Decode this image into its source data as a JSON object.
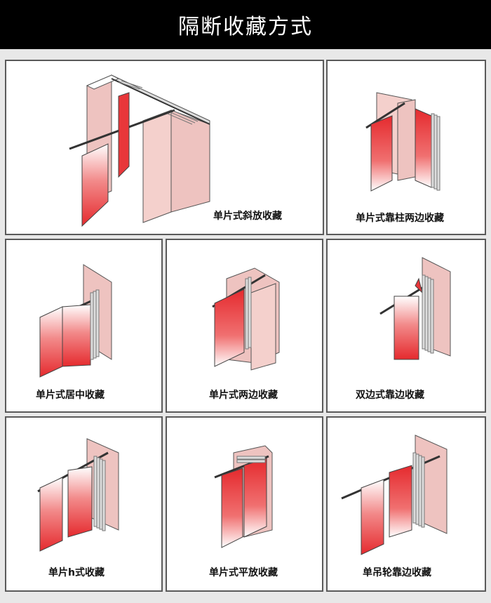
{
  "title": "隔断收藏方式",
  "panels": [
    {
      "caption": "单片式斜放收藏"
    },
    {
      "caption": "单片式靠柱两边收藏"
    },
    {
      "caption": "单片式居中收藏"
    },
    {
      "caption": "单片式两边收藏"
    },
    {
      "caption": "双边式靠边收藏"
    },
    {
      "caption": "单片h式收藏"
    },
    {
      "caption": "单片式平放收藏"
    },
    {
      "caption": "单吊轮靠边收藏"
    }
  ],
  "colors": {
    "header_bg": "#000000",
    "panel_red": "#e8373a",
    "wall_pink": "#eec3c0",
    "track": "#333333"
  }
}
